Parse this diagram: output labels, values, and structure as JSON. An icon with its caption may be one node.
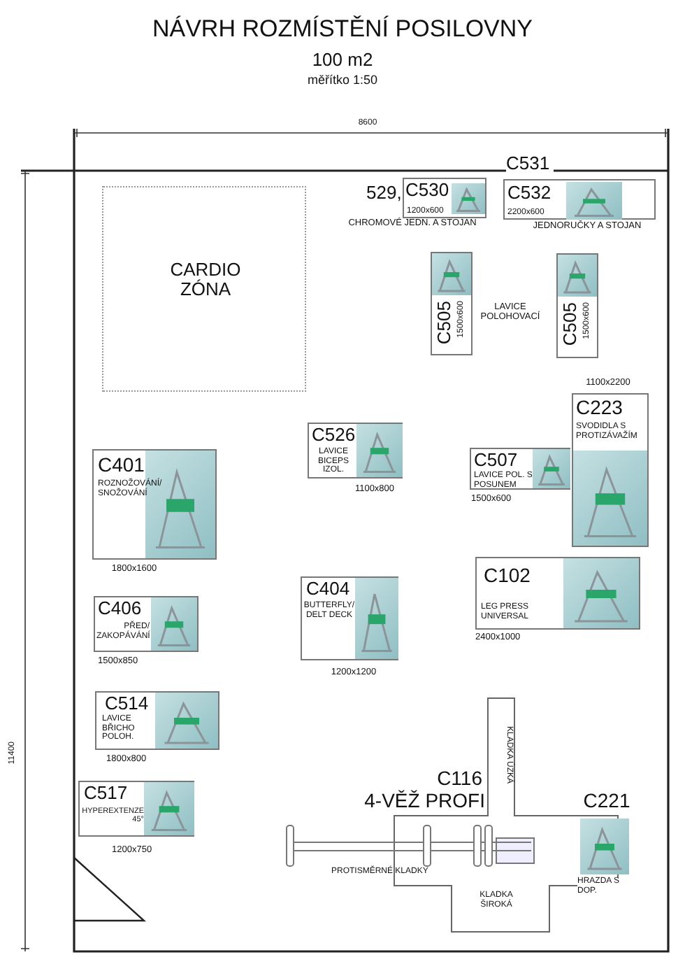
{
  "diagram": {
    "title": "NÁVRH ROZMÍSTĚNÍ POSILOVNY",
    "nodes": [
      {
        "text": [
          "CARDIO ZÓNA"
        ]
      },
      {
        "text": [
          "C530",
          "1200x600"
        ],
        "beside": [
          "529,",
          "CHROMOVÉ JEDN. A STOJAN"
        ]
      },
      {
        "text": [
          "C532",
          "2200x600"
        ],
        "beside": [
          "C531",
          "JEDNORUČKY A STOJAN"
        ]
      },
      {
        "text": [
          "C505",
          "1500x600"
        ]
      },
      {
        "text": [
          "C505",
          "1500x600"
        ]
      },
      {
        "text": [
          "C526",
          "LAVICE BICEPS IZOL."
        ],
        "beside": [
          "1100x800"
        ]
      },
      {
        "text": [
          "C223",
          "SVODIDLA S PROTIZÁVAŽÍM"
        ],
        "beside": [
          "1100x2200"
        ]
      },
      {
        "text": [
          "C401",
          "ROZNOŽOVÁNÍ/ SNOŽOVÁNÍ"
        ],
        "beside": [
          "1800x1600"
        ]
      },
      {
        "text": [
          "C507",
          "LAVICE POL. S POSUNEM"
        ],
        "beside": [
          "1500x600"
        ]
      },
      {
        "text": [
          "C102",
          "LEG PRESS UNIVERSAL"
        ],
        "beside": [
          "2400x1000"
        ]
      },
      {
        "text": [
          "C406",
          "PŘED/ ZAKOPÁVÁNÍ"
        ],
        "beside": [
          "1500x850"
        ]
      },
      {
        "text": [
          "C404",
          "BUTTERFLY/ DELT DECK"
        ],
        "beside": [
          "1200x1200"
        ]
      },
      {
        "text": [
          "C514",
          "LAVICE BŘICHO POLOH."
        ],
        "beside": [
          "1800x800"
        ]
      },
      {
        "text": [
          "C517",
          "HYPEREXTENZE 45°"
        ],
        "beside": [
          "1200x750"
        ]
      },
      {
        "text": [
          "C116",
          "4-VĚŽ PROFI",
          "KLADKA ÚZKÁ",
          "PROTISMĚRNÉ KLADKY",
          "KLADKA ŠIROKÁ"
        ]
      },
      {
        "text": [
          "C221",
          "HRAZDA S DOP."
        ]
      }
    ],
    "labels": [
      "100 m2",
      "měřítko 1:50",
      "8600",
      "11400",
      "LAVICE POLOHOVACÍ"
    ]
  }
}
